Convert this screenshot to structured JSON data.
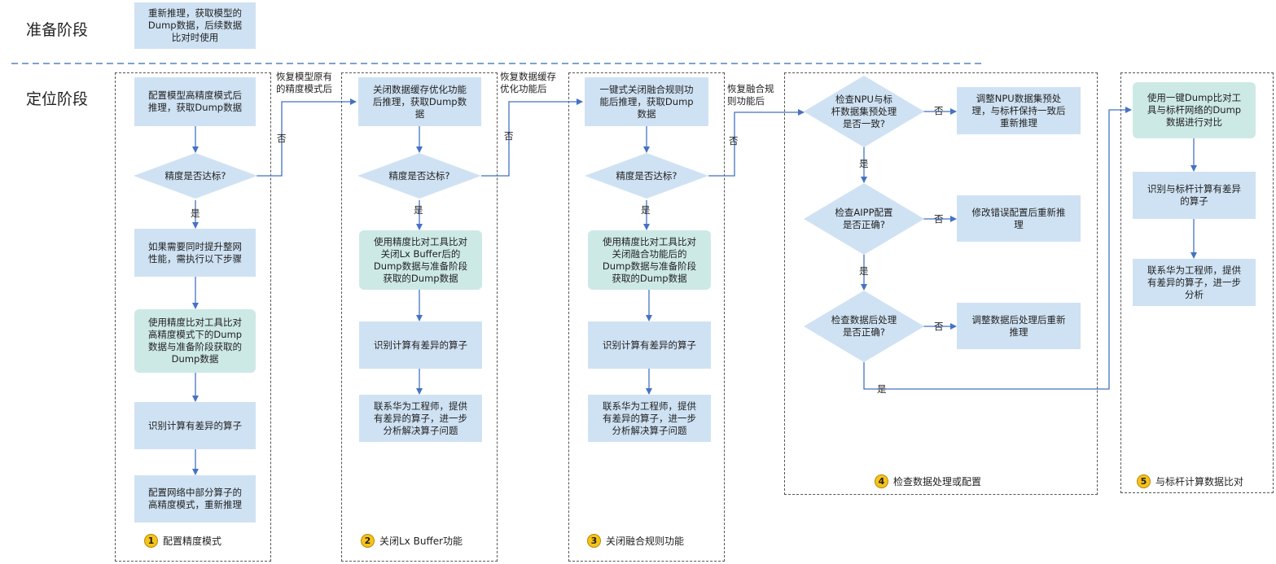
{
  "stages": {
    "prepare": "准备阶段",
    "locate": "定位阶段"
  },
  "prepare_box": "重新推理，获取模型的\nDump数据，后续数据\n比对时使用",
  "groups": [
    {
      "num": "1",
      "label": "配置精度模式",
      "boxes": [
        "配置模型高精度模式后\n推理，获取Dump数据",
        "如果需要同时提升整网\n性能，需执行以下步骤",
        "使用精度比对工具比对\n高精度模式下的Dump\n数据与准备阶段获取的\nDump数据",
        "识别计算有差异的算子",
        "配置网络中部分算子的\n高精度模式，重新推理"
      ],
      "decision": "精度是否达标?",
      "yes": "是",
      "no": "否"
    },
    {
      "num": "2",
      "label": "关闭Lx Buffer功能",
      "boxes": [
        "关闭数据缓存优化功能\n后推理，获取Dump数\n据",
        "使用精度比对工具比对\n关闭Lx Buffer后的\nDump数据与准备阶段\n获取的Dump数据",
        "识别计算有差异的算子",
        "联系华为工程师，提供\n有差异的算子，进一步\n分析解决算子问题"
      ],
      "decision": "精度是否达标?",
      "yes": "是",
      "no": "否"
    },
    {
      "num": "3",
      "label": "关闭融合规则功能",
      "boxes": [
        "一键式关闭融合规则功\n能后推理，获取Dump\n数据",
        "使用精度比对工具比对\n关闭融合功能后的\nDump数据与准备阶段\n获取的Dump数据",
        "识别计算有差异的算子",
        "联系华为工程师，提供\n有差异的算子，进一步\n分析解决算子问题"
      ],
      "decision": "精度是否达标?",
      "yes": "是",
      "no": "否"
    },
    {
      "num": "4",
      "label": "检查数据处理或配置",
      "decisions": [
        "检查NPU与标\n杆数据集预处理\n是否一致?",
        "检查AIPP配置\n是否正确?",
        "检查数据后处理\n是否正确?"
      ],
      "boxes": [
        "调整NPU数据集预处\n理，与标杆保持一致后\n重新推理",
        "修改错误配置后重新推\n理",
        "调整数据后处理后重新\n推理"
      ],
      "yes": "是",
      "no": "否"
    },
    {
      "num": "5",
      "label": "与标杆计算数据比对",
      "boxes": [
        "使用一键Dump比对工\n具与标杆网络的Dump\n数据进行对比",
        "识别与标杆计算有差异\n的算子",
        "联系华为工程师，提供\n有差异的算子，进一步\n分析"
      ]
    }
  ],
  "transitions": [
    "恢复模型原有\n的精度模式后",
    "恢复数据缓存\n优化功能后",
    "恢复融合规\n则功能后"
  ],
  "colors": {
    "box": "#cfe2f3",
    "teal_box": "#cde9e6",
    "arrow": "#4472c4",
    "badge": "#f7c31a",
    "separator": "#2f6db5"
  }
}
